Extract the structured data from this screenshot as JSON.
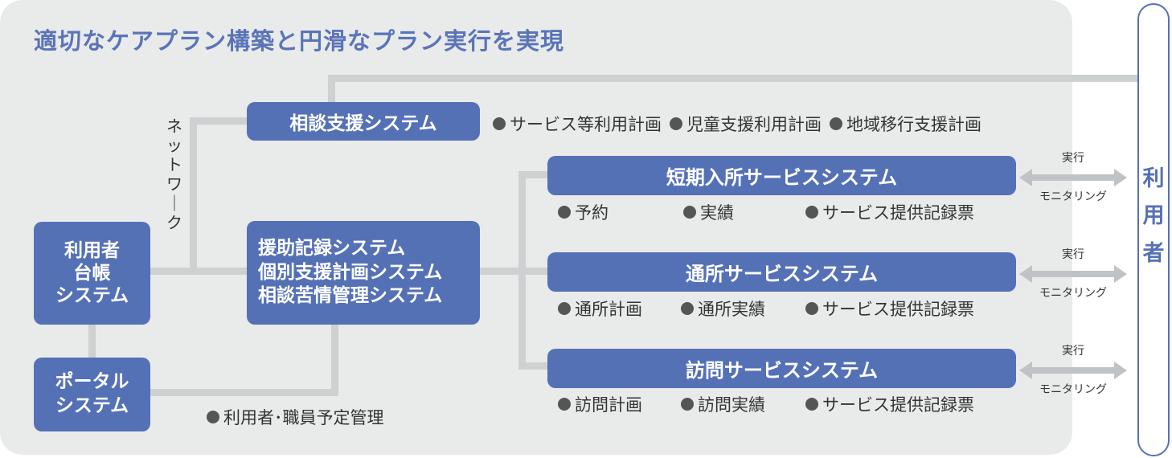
{
  "title": "適切なケアプラン構築と円滑なプラン実行を実現",
  "network_label": "ネットワーク",
  "boxes": {
    "soudan": "相談支援システム",
    "entry": [
      "援助記録システム",
      "個別支援計画システム",
      "相談苦情管理システム"
    ],
    "daicho": [
      "利用者",
      "台帳",
      "システム"
    ],
    "portal": [
      "ポータル",
      "システム"
    ],
    "short_stay": "短期入所サービスシステム",
    "day_service": "通所サービスシステム",
    "visit_service": "訪問サービスシステム"
  },
  "bullets": {
    "soudan": [
      "サービス等利用計画",
      "児童支援利用計画",
      "地域移行支援計画"
    ],
    "short_stay": [
      "予約",
      "実績",
      "サービス提供記録票"
    ],
    "day_service": [
      "通所計画",
      "通所実績",
      "サービス提供記録票"
    ],
    "visit_service": [
      "訪問計画",
      "訪問実績",
      "サービス提供記録票"
    ],
    "portal": [
      "利用者･職員予定管理"
    ]
  },
  "user_label": "利用者",
  "arrows": {
    "top_label": "実行",
    "bottom_label": "モニタリング"
  },
  "colors": {
    "box": "#5571b6",
    "title": "#5a74b8",
    "panel": "#e9ebeb",
    "connector": "#cdd1d2"
  }
}
